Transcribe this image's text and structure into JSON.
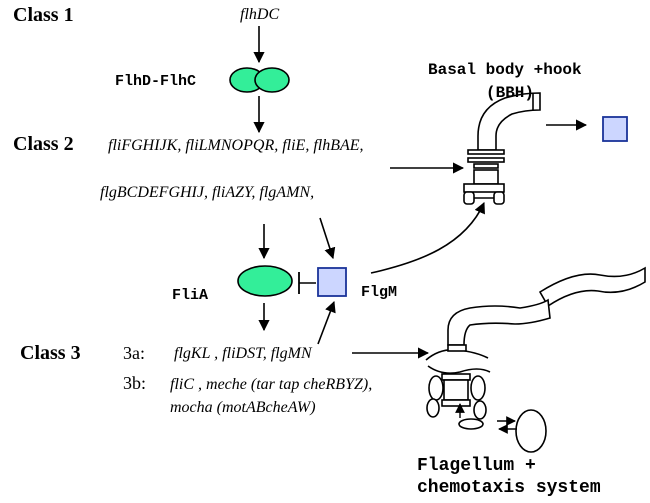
{
  "class1": {
    "label": "Class 1",
    "gene": "flhDC",
    "protein": "FlhD-FlhC"
  },
  "class2": {
    "label": "Class 2",
    "genes_line1": "fliFGHIJK, fliLMNOPQR, fliE, flhBAE,",
    "genes_line2": "flgBCDEFGHIJ, fliAZY, flgAMN,"
  },
  "regulators": {
    "flia": "FliA",
    "flgm": "FlgM"
  },
  "bbh": {
    "line1": "Basal body +hook",
    "line2": "(BBH)"
  },
  "class3": {
    "label": "Class 3",
    "a_label": "3a:",
    "a_genes": "flgKL , fliDST, flgMN",
    "b_label": "3b:",
    "b_genes_line1": "fliC , meche (tar tap cheRBYZ),",
    "b_genes_line2": "mocha (motABcheAW)"
  },
  "flagellum": {
    "line1": "Flagellum +",
    "line2": "chemotaxis system"
  },
  "colors": {
    "protein_fill": "#33ee99",
    "box_fill": "#ccd6ff",
    "box_stroke": "#1a3399"
  }
}
